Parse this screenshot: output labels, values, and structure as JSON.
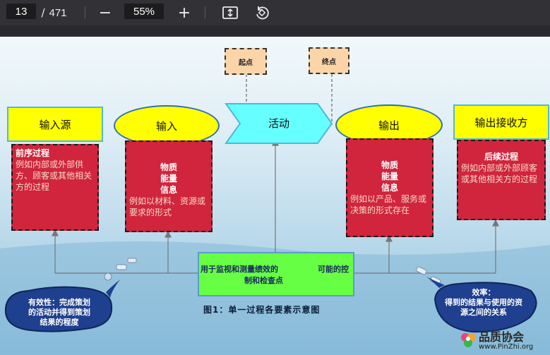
{
  "toolbar": {
    "page_current": "13",
    "page_sep": "/",
    "page_total": "471",
    "zoom_out": "−",
    "zoom_value": "55%",
    "zoom_in": "+"
  },
  "slide": {
    "tags": {
      "start": "起点",
      "end": "终点"
    },
    "top_row": {
      "source": "输入源",
      "input": "输入",
      "activity": "活动",
      "output": "输出",
      "receiver": "输出接收方"
    },
    "red_boxes": {
      "source": {
        "title": "前序过程",
        "body": "例如内部或外部供方、顾客或其他相关方的过程"
      },
      "input": {
        "l1": "物质",
        "l2": "能量",
        "l3": "信息",
        "body": "例如以材料、资源或要求的形式"
      },
      "output": {
        "l1": "物质",
        "l2": "能量",
        "l3": "信息",
        "body": "例如以产品、服务或决策的形式存在"
      },
      "receiver": {
        "title": "后续过程",
        "body": "例如内部或外部顾客或其他相关方的过程"
      }
    },
    "control": {
      "line1a": "用于监视和测量绩效的",
      "line1b": "可能的控",
      "line2": "制和检查点"
    },
    "caption": "图1：单一过程各要素示意图",
    "bubble_left": "有效性：完成策划的活动并得到策划结果的程度",
    "bubble_right_title": "效率：",
    "bubble_right": "得到的结果与使用的资源之间的关系",
    "watermark": {
      "name": "品质协会",
      "url": "www.PinZhi.org"
    },
    "colors": {
      "yellow": "#ffff00",
      "red": "#d0253d",
      "cyan": "#66ffff",
      "green": "#66ff44",
      "tag": "#fbd5a8",
      "bubble": "#1f3f8f"
    }
  }
}
